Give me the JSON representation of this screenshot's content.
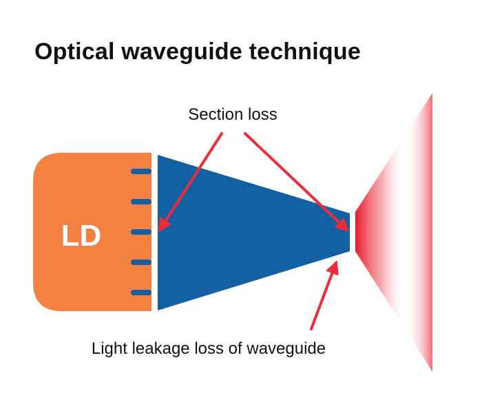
{
  "title": "Optical waveguide technique",
  "labels": {
    "ld": "LD",
    "section_loss": "Section loss",
    "leakage_loss": "Light leakage loss of waveguide"
  },
  "colors": {
    "ld_block": "#F58140",
    "waveguide": "#1160A4",
    "arrow": "#EE2B38",
    "light_beam": "#E8192C",
    "text": "#111111"
  }
}
